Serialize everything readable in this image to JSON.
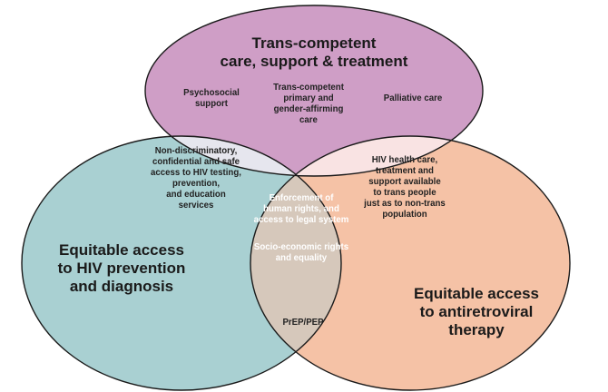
{
  "colors": {
    "top_circle": "#cf9ec6",
    "left_circle": "#a9d0d2",
    "right_circle": "#f5c2a6",
    "overlap_top_left": "#e6e6ee",
    "overlap_top_right": "#f9e3e3",
    "overlap_left_right": "#d6c8bb",
    "overlap_center": "#9a6f68",
    "outline": "#1a1a1a",
    "center_text": "#ffffff"
  },
  "circles": {
    "top": {
      "title": "Trans-competent\ncare, support & treatment",
      "items": [
        "Psychosocial\nsupport",
        "Trans-competent\nprimary and\ngender-affirming\ncare",
        "Palliative care"
      ]
    },
    "left": {
      "title": "Equitable access\nto HIV prevention\nand diagnosis"
    },
    "right": {
      "title": "Equitable access\nto antiretroviral\ntherapy"
    }
  },
  "overlaps": {
    "top_left": "Non-discriminatory,\nconfidential and safe\naccess to HIV testing,\nprevention,\nand education\nservices",
    "top_right": "HIV health care,\ntreatment and\nsupport available\nto trans people\njust as to non-trans\npopulation",
    "left_right": "PrEP/PEP",
    "center": [
      "Enforcement of\nhuman rights, and\naccess to legal system",
      "Socio-economic rights\nand equality"
    ]
  }
}
